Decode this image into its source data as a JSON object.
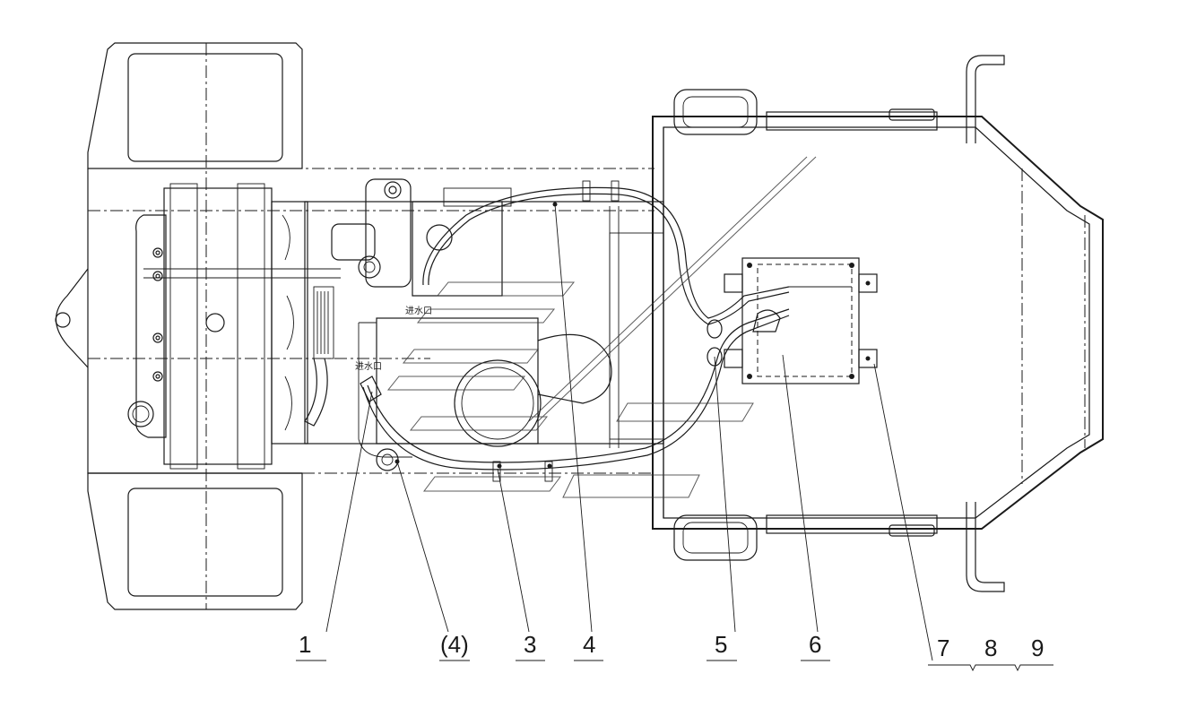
{
  "diagram": {
    "inlet_label_top": "进水口",
    "inlet_label_mid": "进水口",
    "callouts": [
      {
        "id": "c1",
        "label": "1"
      },
      {
        "id": "c4a",
        "label": "(4)"
      },
      {
        "id": "c3",
        "label": "3"
      },
      {
        "id": "c4",
        "label": "4"
      },
      {
        "id": "c5",
        "label": "5"
      },
      {
        "id": "c6",
        "label": "6"
      },
      {
        "id": "c7",
        "label": "7"
      },
      {
        "id": "c8",
        "label": "8"
      },
      {
        "id": "c9",
        "label": "9"
      }
    ]
  }
}
